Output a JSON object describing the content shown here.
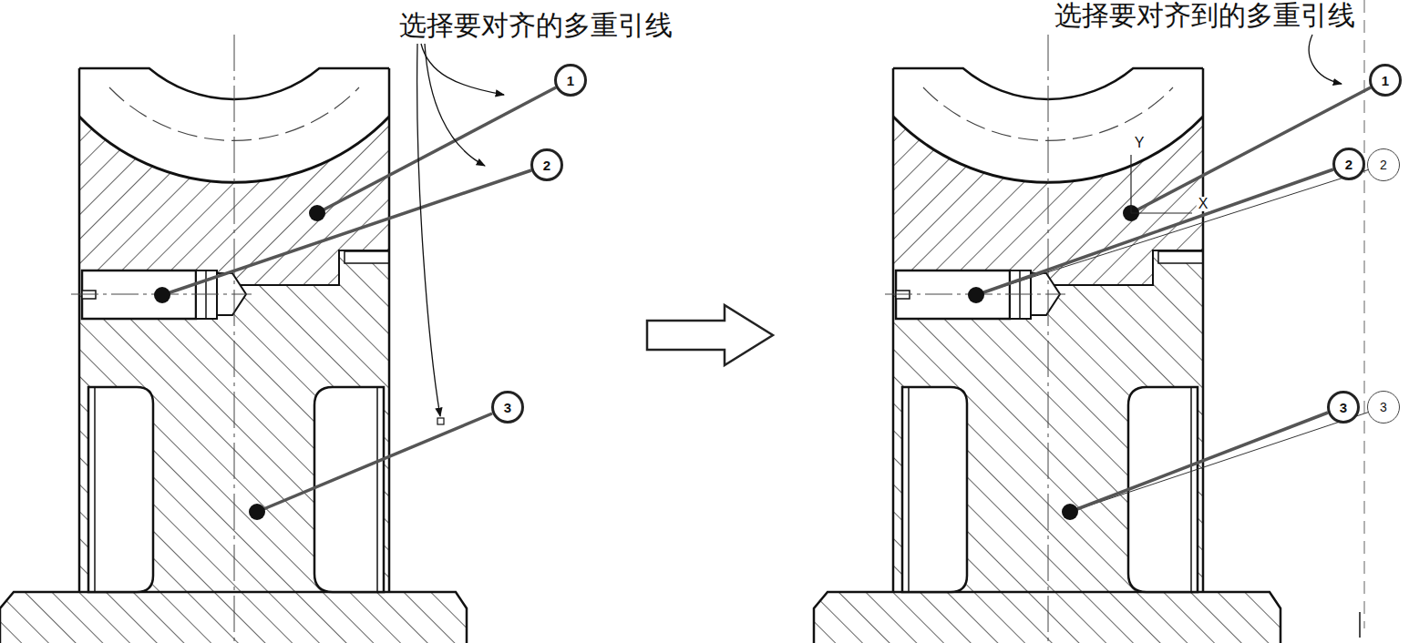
{
  "diagram": {
    "nodes": [
      {
        "text": [
          "1"
        ]
      },
      {
        "text": [
          "2"
        ]
      },
      {
        "text": [
          "3"
        ]
      },
      {
        "text": [
          "1"
        ]
      },
      {
        "text": [
          "2"
        ]
      },
      {
        "text": [
          "2"
        ]
      },
      {
        "text": [
          "3"
        ]
      },
      {
        "text": [
          "3"
        ]
      }
    ],
    "labels": [
      "选择要对齐的多重引线",
      "选择要对齐到的多重引线",
      "Y",
      "X"
    ]
  }
}
